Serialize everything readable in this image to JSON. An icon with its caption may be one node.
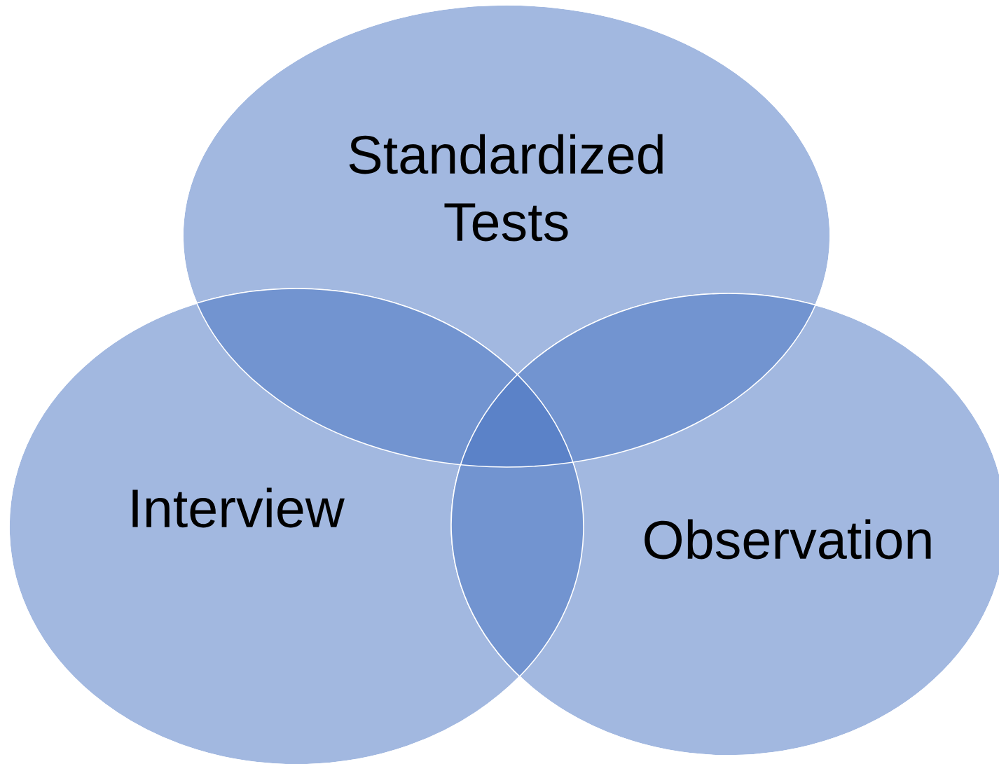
{
  "diagram": {
    "nodes": [
      {
        "text": [
          "Standardized Tests"
        ]
      },
      {
        "text": [
          "Interview"
        ]
      },
      {
        "text": [
          "Observation"
        ]
      }
    ]
  }
}
